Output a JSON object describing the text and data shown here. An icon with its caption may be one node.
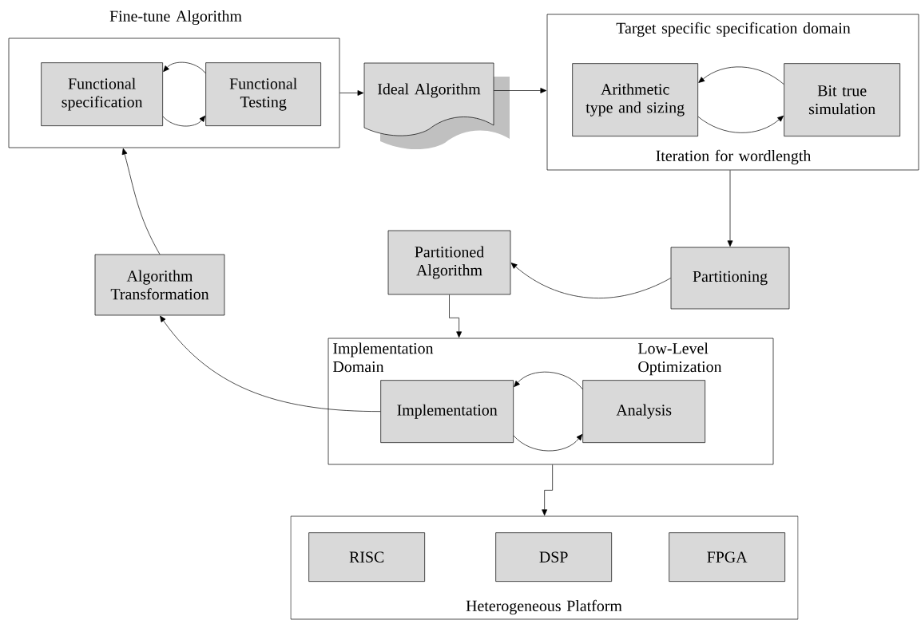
{
  "diagram": {
    "nodes": [
      {
        "text": [
          "Fine-tune Algorithm"
        ]
      },
      {
        "text": [
          "Functional specification"
        ],
        "in": 0
      },
      {
        "text": [
          "Functional Testing"
        ],
        "in": 0
      },
      {
        "text": [
          "Ideal Algorithm"
        ]
      },
      {
        "text": [
          "Target specific specification domain",
          "Iteration for wordlength"
        ]
      },
      {
        "text": [
          "Arithmetic type and sizing"
        ],
        "in": 4
      },
      {
        "text": [
          "Bit true simulation"
        ],
        "in": 4
      },
      {
        "text": [
          "Algorithm Transformation"
        ]
      },
      {
        "text": [
          "Partitioned Algorithm"
        ]
      },
      {
        "text": [
          "Partitioning"
        ]
      },
      {
        "text": [
          "Implementation Domain",
          "Low-Level Optimization"
        ]
      },
      {
        "text": [
          "Implementation"
        ],
        "in": 10
      },
      {
        "text": [
          "Analysis"
        ],
        "in": 10
      },
      {
        "text": [
          "Heterogeneous Platform"
        ]
      },
      {
        "text": [
          "RISC"
        ],
        "in": 13
      },
      {
        "text": [
          "DSP"
        ],
        "in": 13
      },
      {
        "text": [
          "FPGA"
        ],
        "in": 13
      }
    ],
    "edges": [
      {
        "from": 2,
        "to": 1,
        "arrow": "to"
      },
      {
        "from": 1,
        "to": 2,
        "arrow": "to"
      },
      {
        "from": 0,
        "to": 3,
        "arrow": "to"
      },
      {
        "from": 3,
        "to": 4,
        "arrow": "to"
      },
      {
        "from": 6,
        "to": 5,
        "arrow": "to"
      },
      {
        "from": 5,
        "to": 6,
        "arrow": "to"
      },
      {
        "from": 4,
        "to": 9,
        "arrow": "to"
      },
      {
        "from": 9,
        "to": 8,
        "arrow": "to"
      },
      {
        "from": 8,
        "to": 10,
        "arrow": "to"
      },
      {
        "from": 11,
        "to": 7,
        "arrow": "to"
      },
      {
        "from": 7,
        "to": 0,
        "arrow": "to"
      },
      {
        "from": 12,
        "to": 11,
        "arrow": "to"
      },
      {
        "from": 11,
        "to": 12,
        "arrow": "to"
      },
      {
        "from": 10,
        "to": 13,
        "arrow": "to"
      }
    ]
  }
}
